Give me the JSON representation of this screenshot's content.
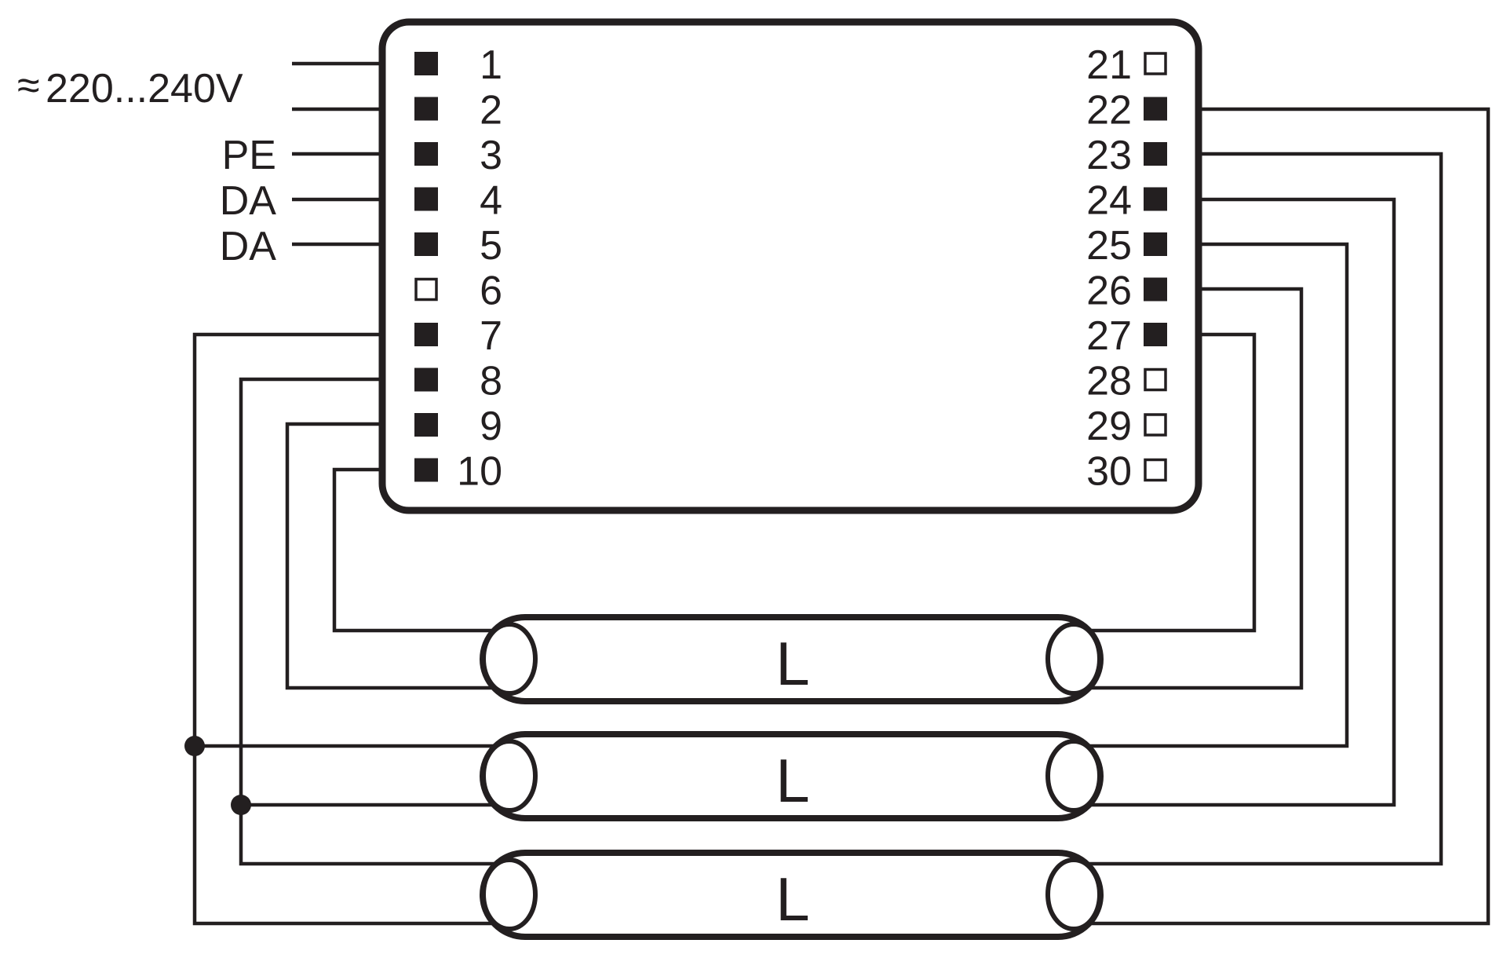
{
  "inputs": {
    "supply_symbol": "≈",
    "supply_voltage": "220...240V",
    "pe": "PE",
    "da_1": "DA",
    "da_2": "DA"
  },
  "ballast": {
    "left_pins": [
      {
        "number": "1",
        "connected": true
      },
      {
        "number": "2",
        "connected": true
      },
      {
        "number": "3",
        "connected": true
      },
      {
        "number": "4",
        "connected": true
      },
      {
        "number": "5",
        "connected": true
      },
      {
        "number": "6",
        "connected": false
      },
      {
        "number": "7",
        "connected": true
      },
      {
        "number": "8",
        "connected": true
      },
      {
        "number": "9",
        "connected": true
      },
      {
        "number": "10",
        "connected": true
      }
    ],
    "right_pins": [
      {
        "number": "21",
        "connected": false
      },
      {
        "number": "22",
        "connected": true
      },
      {
        "number": "23",
        "connected": true
      },
      {
        "number": "24",
        "connected": true
      },
      {
        "number": "25",
        "connected": true
      },
      {
        "number": "26",
        "connected": true
      },
      {
        "number": "27",
        "connected": true
      },
      {
        "number": "28",
        "connected": false
      },
      {
        "number": "29",
        "connected": false
      },
      {
        "number": "30",
        "connected": false
      }
    ]
  },
  "lamps": [
    {
      "label": "L"
    },
    {
      "label": "L"
    },
    {
      "label": "L"
    }
  ],
  "colors": {
    "line": "#231f20",
    "background": "#ffffff"
  }
}
